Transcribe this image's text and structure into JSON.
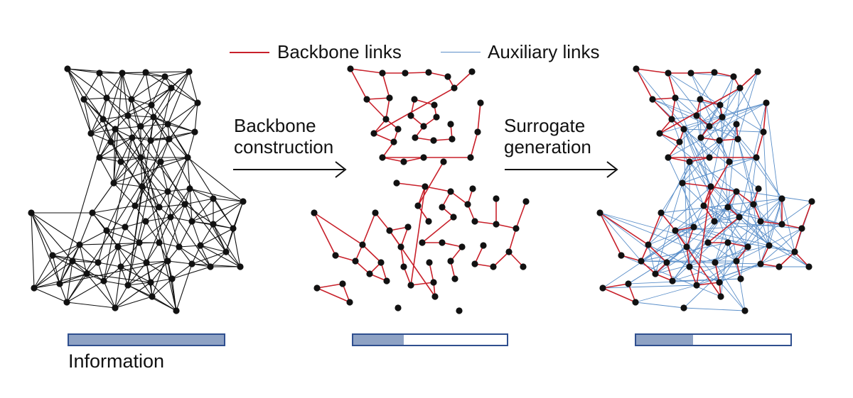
{
  "legend": {
    "backbone_label": "Backbone links",
    "auxiliary_label": "Auxiliary links",
    "backbone_color": "#c8202a",
    "auxiliary_color": "#5b8fc9"
  },
  "arrows": {
    "first_line1": "Backbone",
    "first_line2": "construction",
    "second_line1": "Surrogate",
    "second_line2": "generation"
  },
  "information": {
    "label": "Information",
    "fill_color": "#8ea2c4",
    "levels": [
      1.0,
      0.33,
      0.37
    ]
  },
  "colors": {
    "node": "#111111",
    "original_edge": "#111111"
  }
}
